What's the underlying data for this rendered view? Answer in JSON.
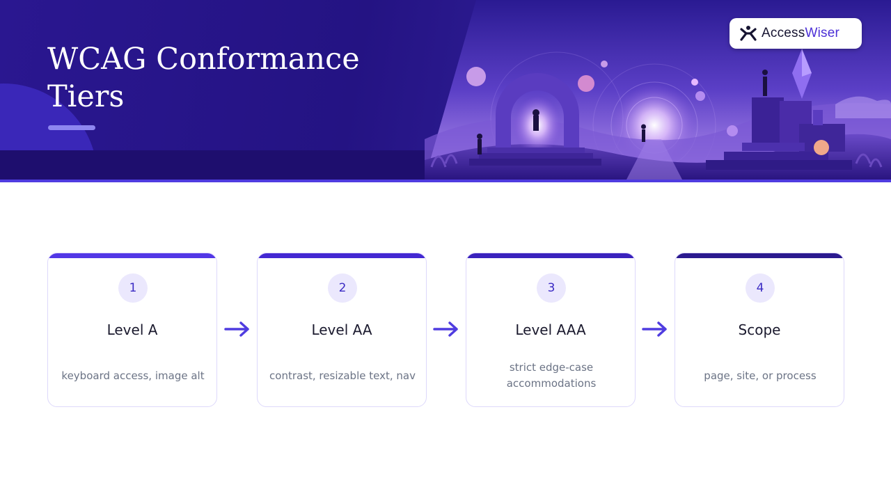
{
  "header": {
    "title": "WCAG Conformance Tiers",
    "logo": {
      "name_part1": "Access",
      "name_part2": "Wiser",
      "icon": "accessibility-person-icon",
      "accent_color": "#4b2fd6"
    }
  },
  "steps": [
    {
      "number": "1",
      "title": "Level A",
      "description": "keyboard access, image alt"
    },
    {
      "number": "2",
      "title": "Level AA",
      "description": "contrast, resizable text, nav"
    },
    {
      "number": "3",
      "title": "Level AAA",
      "description": "strict edge-case accommodations"
    },
    {
      "number": "4",
      "title": "Scope",
      "description": "page, site, or process"
    }
  ],
  "colors": {
    "header_bg": "#241383",
    "accent": "#4f3ce0",
    "step_top_bars": [
      "#5237e6",
      "#4328d2",
      "#3a22bd",
      "#2b1a8f"
    ],
    "arrow": "#4f3ce0"
  }
}
